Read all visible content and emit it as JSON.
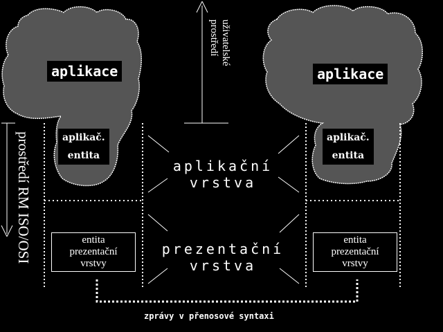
{
  "user_env": {
    "line1": "uživatelské",
    "line2": "prostředí"
  },
  "rm_env": {
    "label": "prostředí  RM  ISO/OSI"
  },
  "left_system": {
    "app_title": "aplikace",
    "app_entity_line1": "aplikač.",
    "app_entity_line2": "entita",
    "pres_entity_line1": "entita",
    "pres_entity_line2": "prezentační",
    "pres_entity_line3": "vrstvy"
  },
  "right_system": {
    "app_title": "aplikace",
    "app_entity_line1": "aplikač.",
    "app_entity_line2": "entita",
    "pres_entity_line1": "entita",
    "pres_entity_line2": "prezentační",
    "pres_entity_line3": "vrstvy"
  },
  "layers": {
    "application_line1": "aplikační",
    "application_line2": "vrstva",
    "presentation_line1": "prezentační",
    "presentation_line2": "vrstva"
  },
  "transfer": {
    "label": "zprávy v přenosové syntaxi"
  }
}
